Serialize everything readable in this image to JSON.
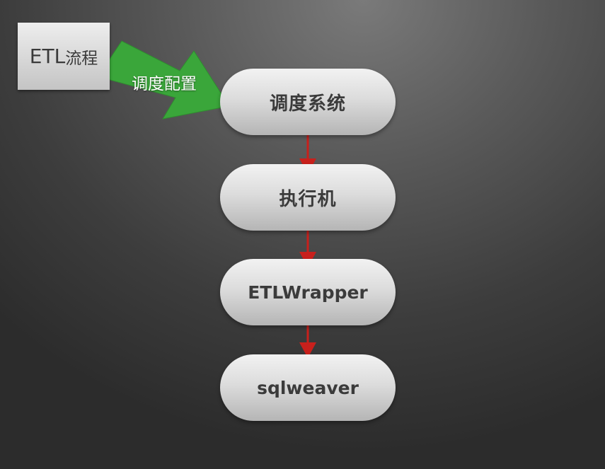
{
  "source": {
    "label_latin": "ETL",
    "label_cjk": "流程"
  },
  "edge_label": "调度配置",
  "nodes": [
    {
      "label": "调度系统"
    },
    {
      "label": "执行机"
    },
    {
      "label": "ETLWrapper"
    },
    {
      "label": "sqlweaver"
    }
  ],
  "colors": {
    "green_arrow": "#3aa63a",
    "red_arrow": "#c8201c",
    "node_fill": "#d8d8d8",
    "background": "#4a4a4a"
  }
}
